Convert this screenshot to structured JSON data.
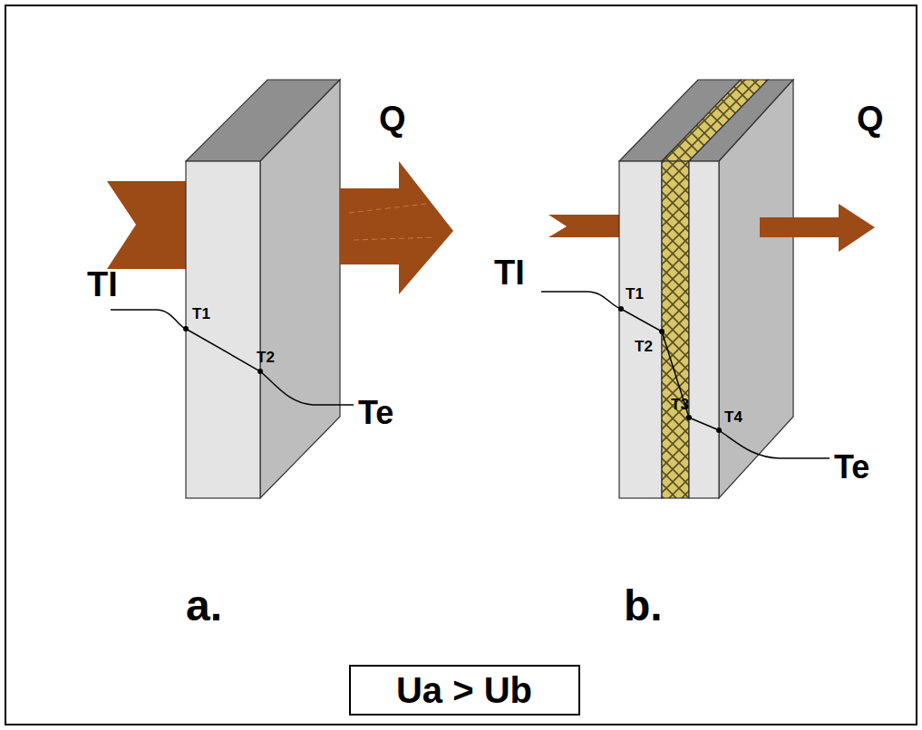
{
  "diagram": {
    "nodes": [
      {
        "text": [
          "Ua > Ub"
        ]
      }
    ],
    "labels": [
      "Q",
      "TI",
      "T1",
      "T2",
      "Te",
      "a.",
      "Q",
      "TI",
      "T1",
      "T2",
      "T3",
      "T4",
      "Te",
      "b."
    ]
  }
}
